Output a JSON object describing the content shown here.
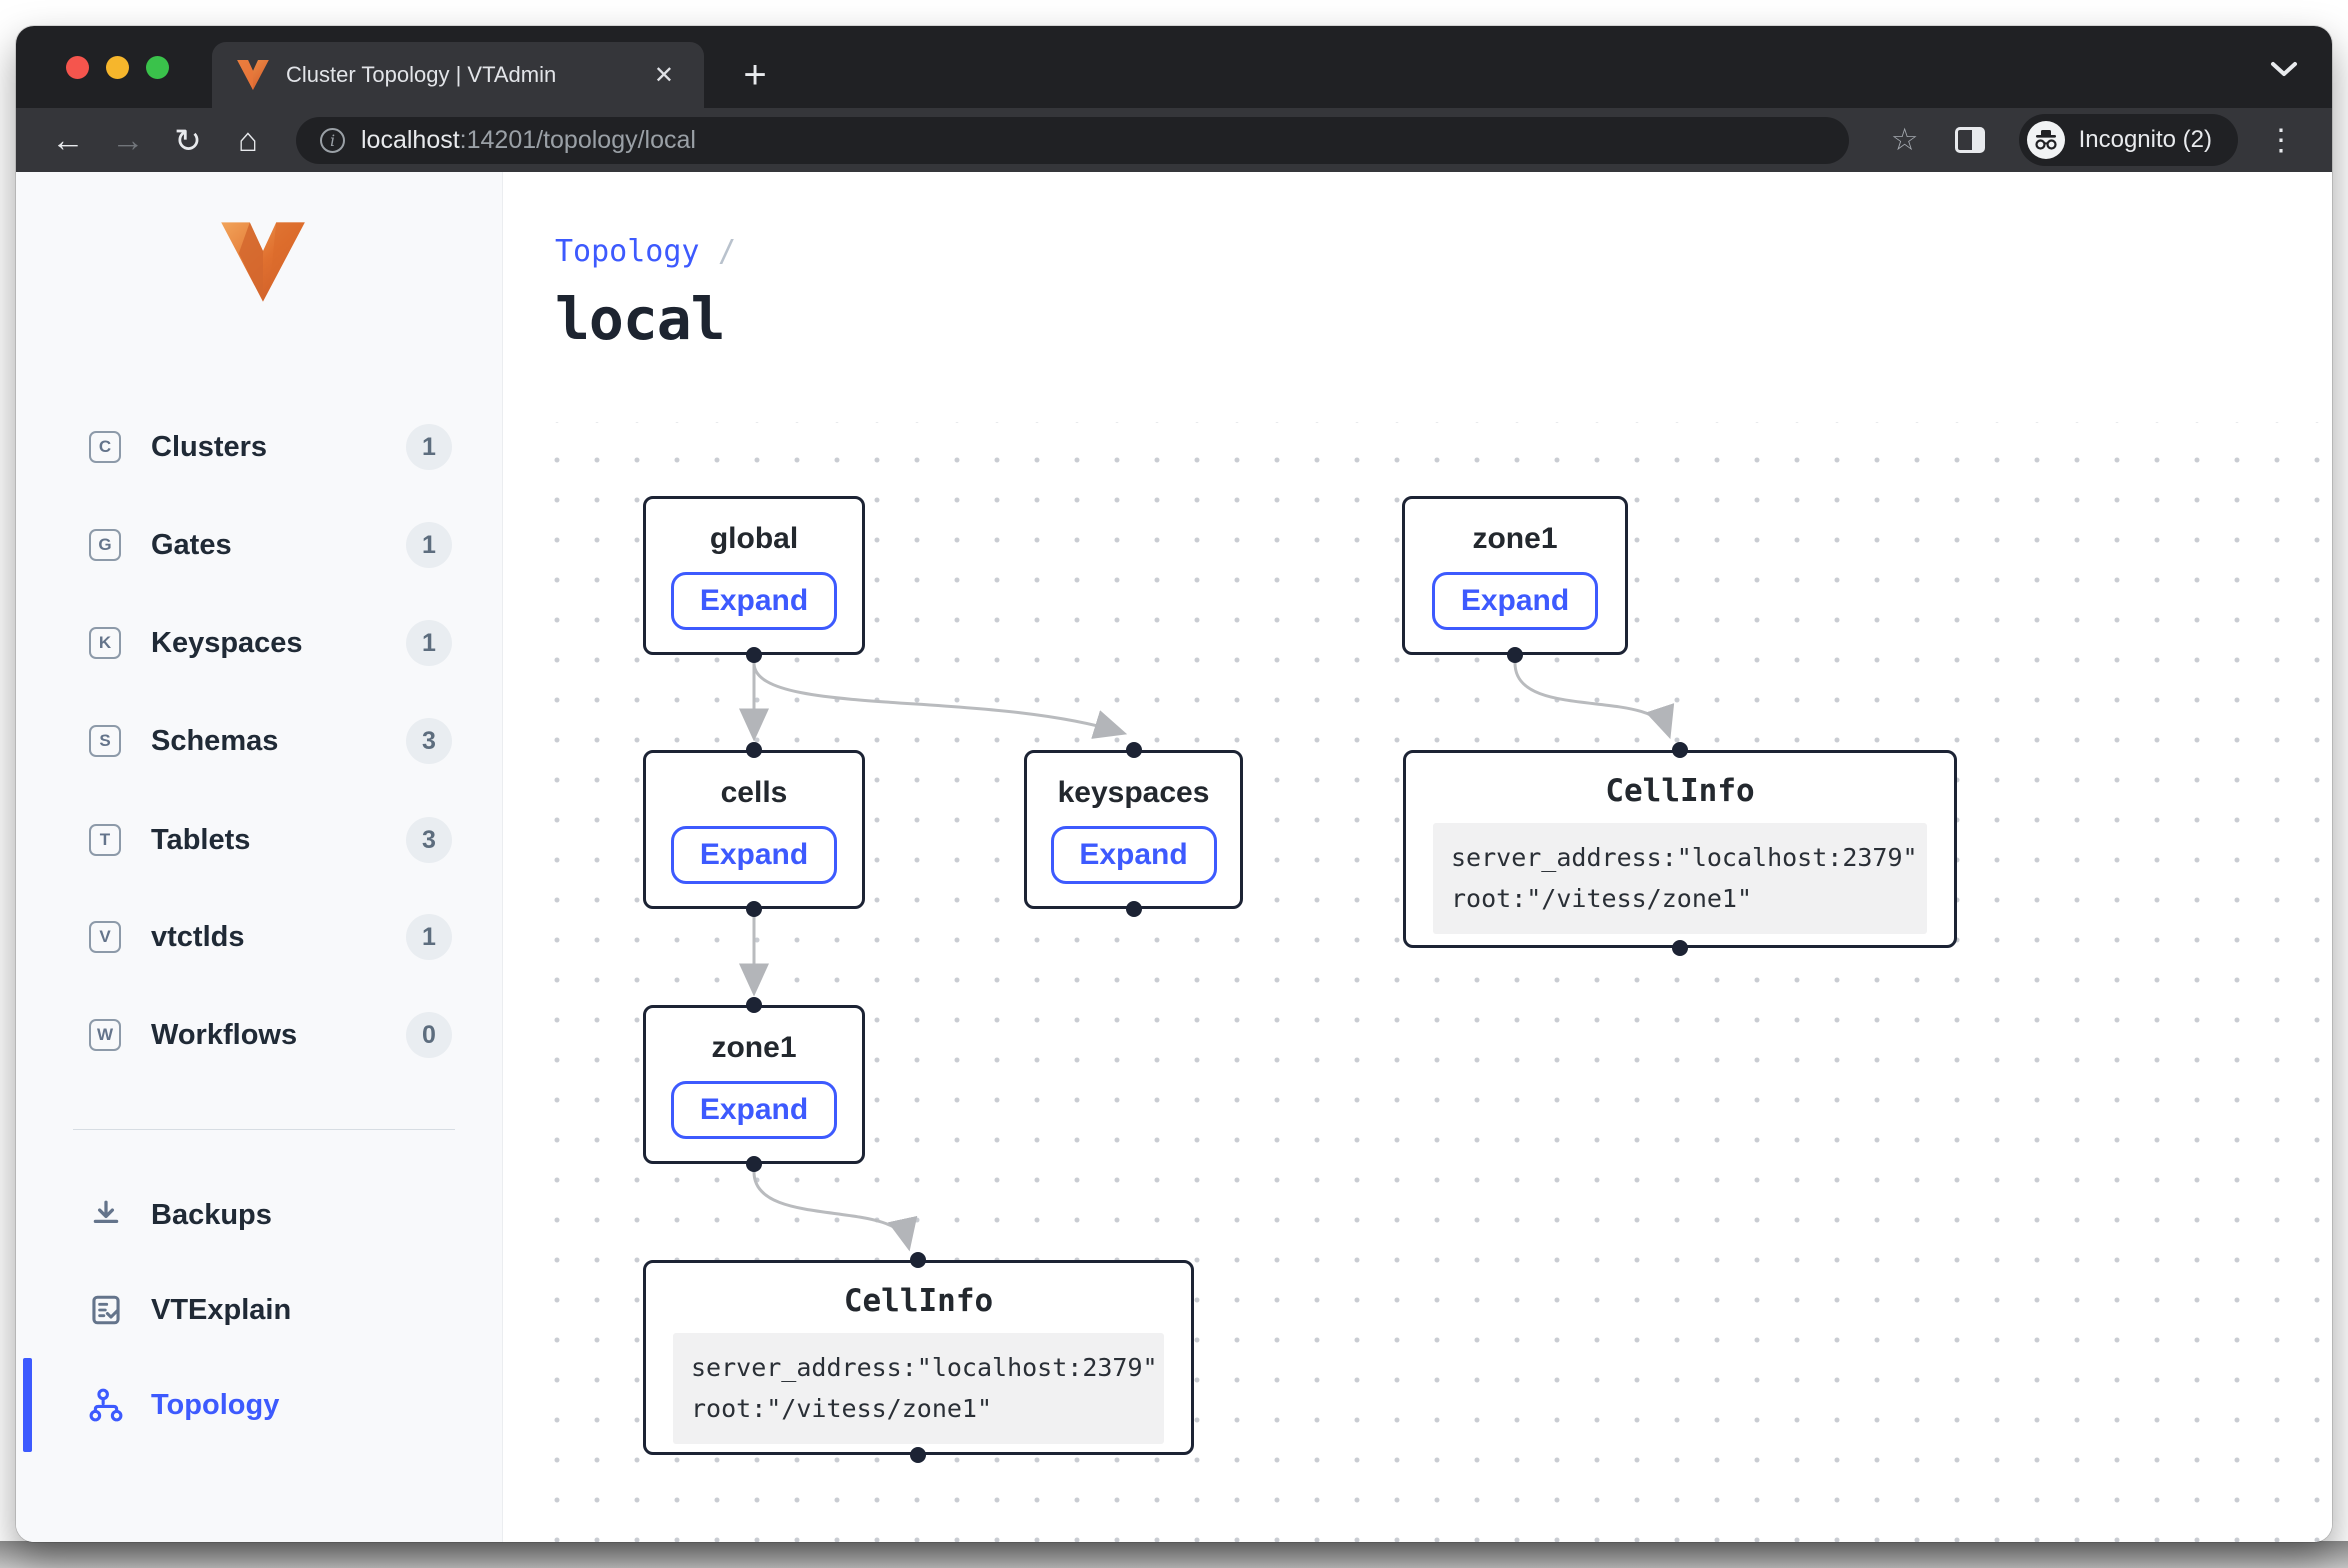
{
  "colors": {
    "accent": "#3d5afe",
    "node_border": "#1c2334",
    "edge": "#b9bbbe",
    "tabstrip_bg": "#202124",
    "toolbar_bg": "#35363a",
    "sidebar_bg": "#f8f9fb"
  },
  "browser": {
    "tab_title": "Cluster Topology | VTAdmin",
    "close_icon": "✕",
    "new_tab_icon": "+",
    "back_icon": "←",
    "forward_icon": "→",
    "reload_icon": "↻",
    "home_icon": "⌂",
    "info_icon": "i",
    "url_host": "localhost",
    "url_path": ":14201/topology/local",
    "star_icon": "☆",
    "incognito_label": "Incognito (2)",
    "menu_icon": "⋮"
  },
  "sidebar": {
    "items": [
      {
        "letter": "C",
        "label": "Clusters",
        "count": "1"
      },
      {
        "letter": "G",
        "label": "Gates",
        "count": "1"
      },
      {
        "letter": "K",
        "label": "Keyspaces",
        "count": "1"
      },
      {
        "letter": "S",
        "label": "Schemas",
        "count": "3"
      },
      {
        "letter": "T",
        "label": "Tablets",
        "count": "3"
      },
      {
        "letter": "V",
        "label": "vtctlds",
        "count": "1"
      },
      {
        "letter": "W",
        "label": "Workflows",
        "count": "0"
      }
    ],
    "tools": [
      {
        "label": "Backups"
      },
      {
        "label": "VTExplain"
      },
      {
        "label": "Topology"
      }
    ]
  },
  "main": {
    "breadcrumb": {
      "link": "Topology",
      "sep": "/"
    },
    "title": "local",
    "nodes": [
      {
        "title": "global",
        "button": "Expand"
      },
      {
        "title": "zone1",
        "button": "Expand"
      },
      {
        "title": "cells",
        "button": "Expand"
      },
      {
        "title": "keyspaces",
        "button": "Expand"
      },
      {
        "title": "CellInfo",
        "code": [
          "server_address:\"localhost:2379\"",
          "root:\"/vitess/zone1\""
        ]
      },
      {
        "title": "zone1",
        "button": "Expand"
      },
      {
        "title": "CellInfo",
        "code": [
          "server_address:\"localhost:2379\"",
          "root:\"/vitess/zone1\""
        ]
      }
    ]
  }
}
